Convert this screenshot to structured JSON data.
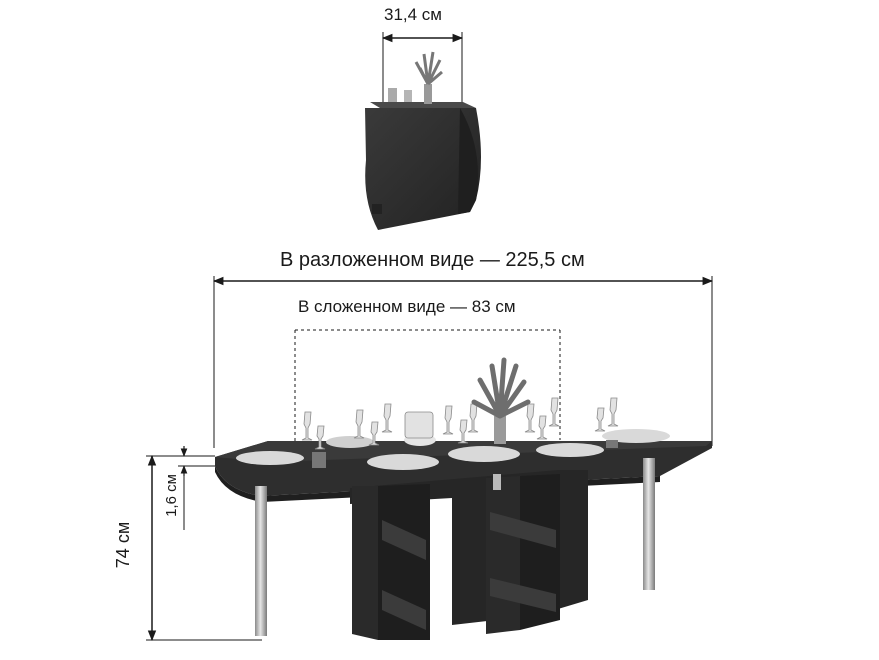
{
  "dimensions": {
    "folded_depth": "31,4 см",
    "unfolded_length": "В разложенном виде — 225,5 см",
    "folded_length": "В сложенном виде — 83 см",
    "height": "74 см",
    "top_thickness": "1,6 см"
  },
  "colors": {
    "wood": "#2b2b2b",
    "wood_light": "#3c3c3c",
    "metal": "#bdbdbd",
    "line": "#1a1a1a"
  }
}
